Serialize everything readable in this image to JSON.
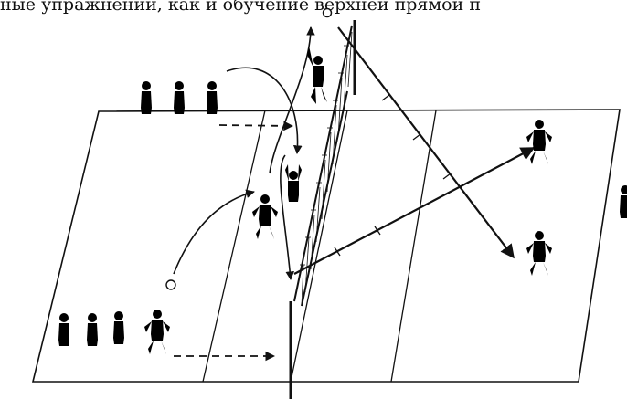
{
  "caption": {
    "text": "ные упражнений, как и обучение верхней прямой п"
  },
  "colors": {
    "ink": "#111111",
    "paper": "#ffffff"
  },
  "players": [
    {
      "name": "queue-player-top-1"
    },
    {
      "name": "queue-player-top-2"
    },
    {
      "name": "queue-player-top-3"
    },
    {
      "name": "setter-player"
    },
    {
      "name": "passer-player"
    },
    {
      "name": "jumping-spiker"
    },
    {
      "name": "far-court-player-top"
    },
    {
      "name": "far-court-player-bottom"
    },
    {
      "name": "partial-player-edge"
    },
    {
      "name": "queue-player-bottom-1"
    },
    {
      "name": "queue-player-bottom-2"
    },
    {
      "name": "queue-player-bottom-3"
    },
    {
      "name": "serving-player"
    }
  ]
}
